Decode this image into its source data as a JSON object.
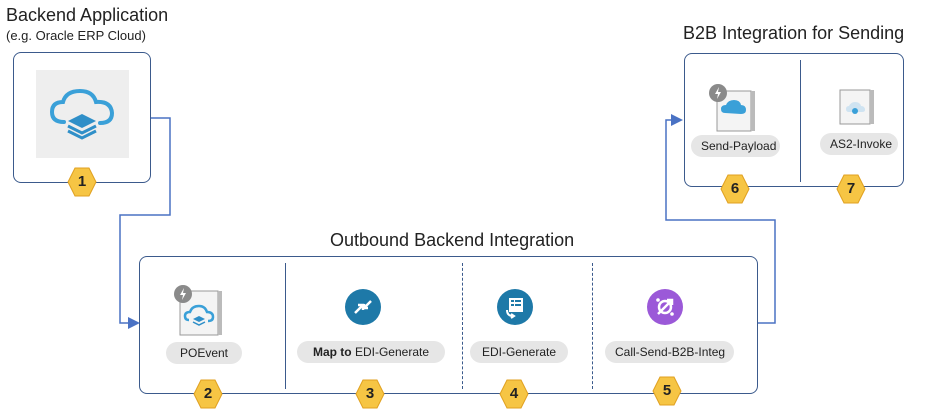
{
  "backend": {
    "title": "Backend Application",
    "subtitle": "(e.g. Oracle ERP Cloud)",
    "badge": "1"
  },
  "b2b": {
    "title": "B2B Integration for Sending",
    "steps": [
      {
        "label": "Send-Payload",
        "badge": "6"
      },
      {
        "label": "AS2-Invoke",
        "badge": "7"
      }
    ]
  },
  "outbound": {
    "title": "Outbound Backend Integration",
    "steps": [
      {
        "label": "POEvent",
        "badge": "2"
      },
      {
        "label_bold": "Map to",
        "label_rest": " EDI-Generate",
        "badge": "3"
      },
      {
        "label": "EDI-Generate",
        "badge": "4"
      },
      {
        "label": "Call-Send-B2B-Integ",
        "badge": "5"
      }
    ]
  },
  "colors": {
    "border": "#3b5a8c",
    "connector": "#4a72c4",
    "badge_fill": "#f6c544",
    "badge_stroke": "#e0a020",
    "map_circle": "#1e79a8",
    "edi_circle": "#1e79a8",
    "invoke_circle": "#9b59d8",
    "cloud_blue": "#3aa0d8"
  }
}
